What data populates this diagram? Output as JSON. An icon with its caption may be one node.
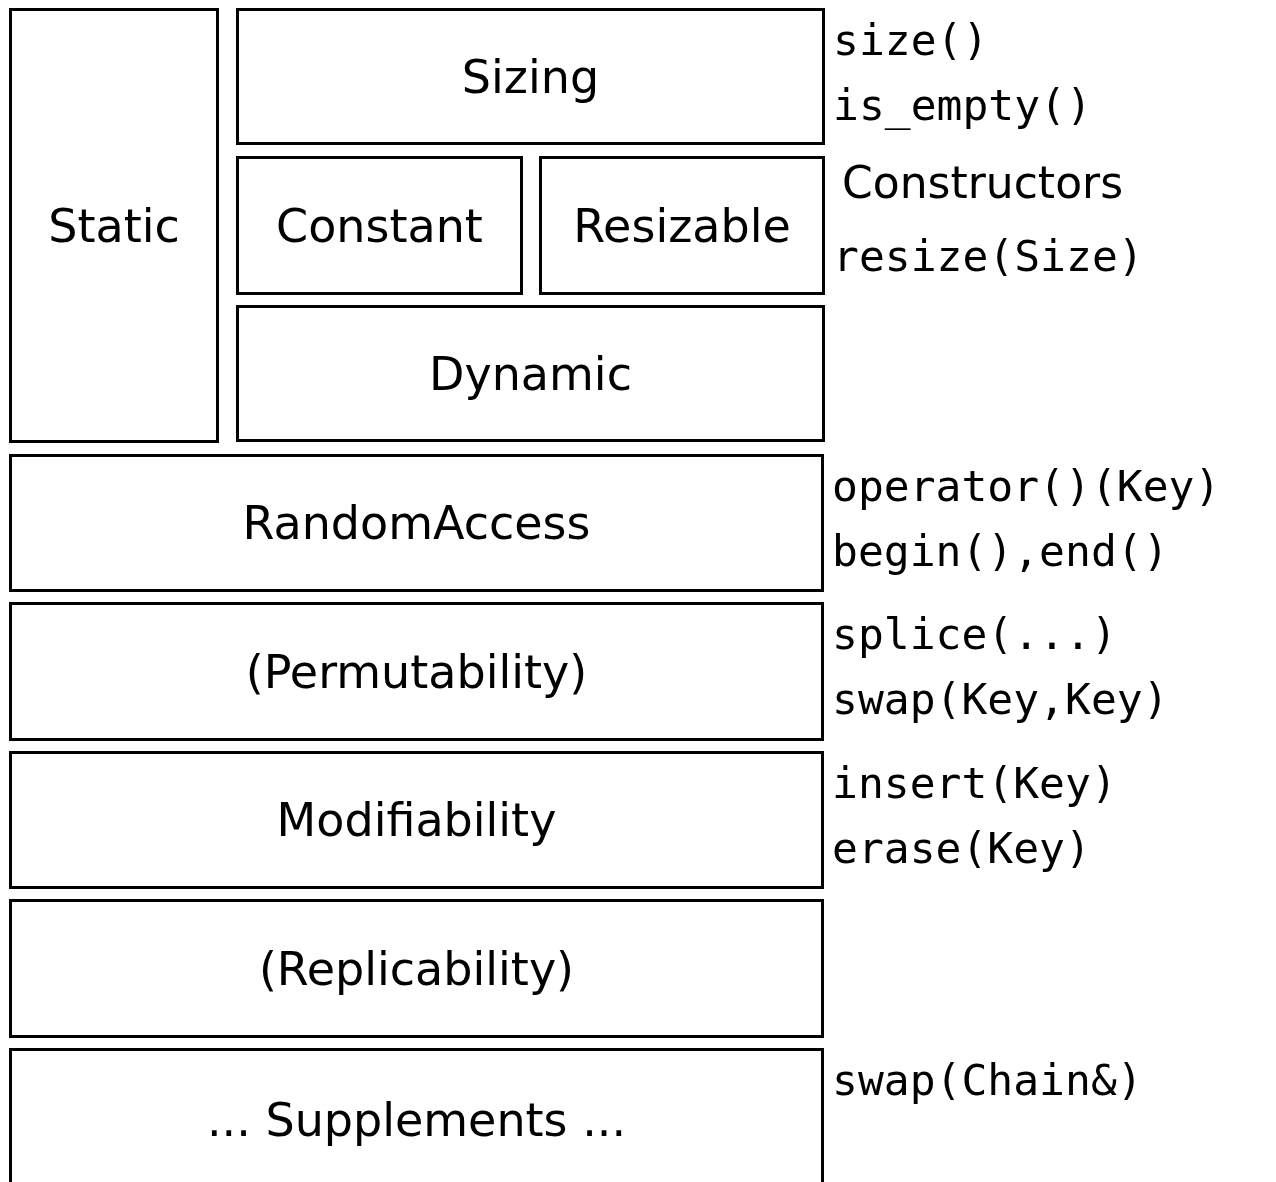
{
  "diagram": {
    "nodes": [
      {
        "text": [
          "Static"
        ]
      },
      {
        "text": [
          "Sizing"
        ],
        "beside": [
          "size()",
          "is_empty()"
        ]
      },
      {
        "text": [
          "Constant"
        ]
      },
      {
        "text": [
          "Resizable"
        ],
        "beside": [
          "resize(Size)"
        ]
      },
      {
        "text": [
          "Dynamic"
        ]
      },
      {
        "text": [
          "RandomAccess"
        ],
        "beside": [
          "operator()(Key)",
          "begin(),end()"
        ]
      },
      {
        "text": [
          "(Permutability)"
        ],
        "beside": [
          "splice(...)",
          "swap(Key,Key)"
        ]
      },
      {
        "text": [
          "Modifiability"
        ],
        "beside": [
          "insert(Key)",
          "erase(Key)"
        ]
      },
      {
        "text": [
          "(Replicability)"
        ]
      },
      {
        "text": [
          "... Supplements ..."
        ],
        "beside": [
          "swap(Chain&)"
        ]
      }
    ],
    "labels": [
      "Constructors"
    ]
  }
}
